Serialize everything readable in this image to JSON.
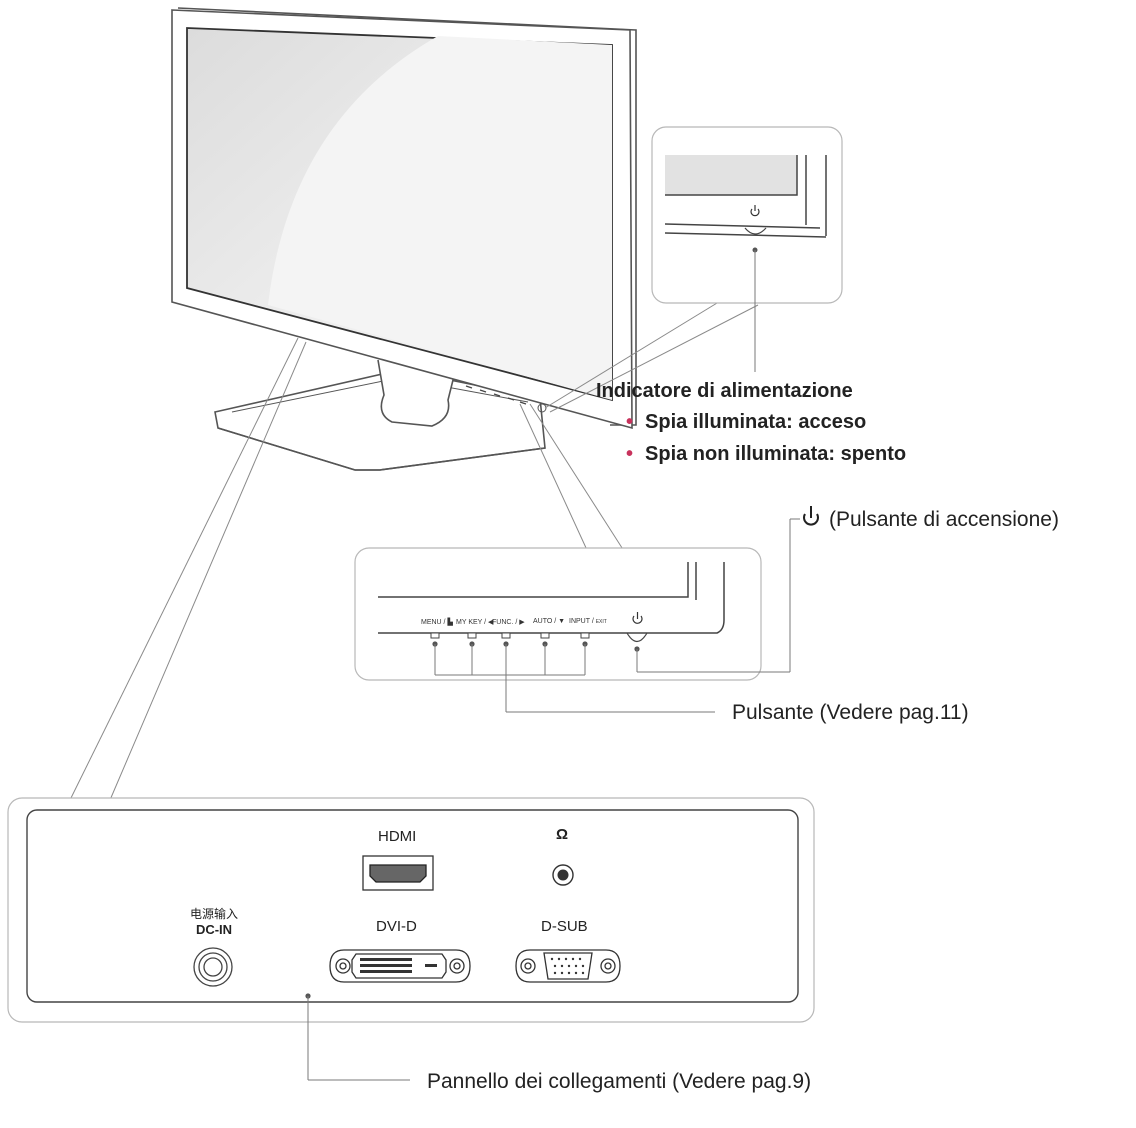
{
  "labels": {
    "power_indicator": {
      "title": "Indicatore di alimentazione",
      "bullets": [
        "Spia illuminata: acceso",
        "Spia non illuminata: spento"
      ]
    },
    "power_button": "(Pulsante di accensione)",
    "buttons": "Pulsante (Vedere pag.11)",
    "connection_panel": "Pannello dei collegamenti (Vedere pag.9)"
  },
  "button_strip": {
    "labels": [
      "MENU / ",
      "MY KEY / ",
      "FUNC. / ",
      "AUTO / ",
      "INPUT / "
    ],
    "exit_small": "EXIT",
    "power_symbol": "⏻"
  },
  "ports": {
    "hdmi": "HDMI",
    "headphone_symbol": "Ω",
    "dc_in_cn": "电源输入",
    "dc_in": "DC-IN",
    "dvi": "DVI-D",
    "dsub": "D-SUB"
  },
  "colors": {
    "line": "#7a7a7a",
    "bullet": "#c8325c",
    "text": "#222222"
  }
}
